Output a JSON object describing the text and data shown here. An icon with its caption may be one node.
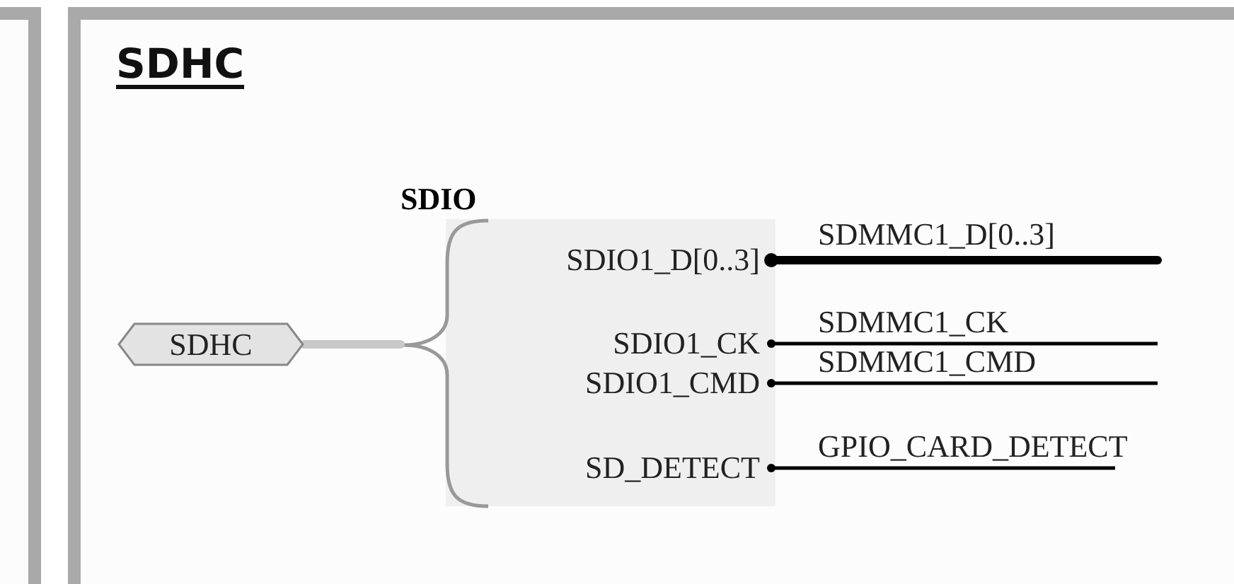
{
  "diagram": {
    "nodes": [
      {
        "text": [
          "SDHC"
        ]
      },
      {
        "text": [
          "SDHC"
        ],
        "in": 0
      },
      {
        "text": [
          "SDIO"
        ],
        "in": 0
      },
      {
        "text": [
          "SDIO1_D[0..3]"
        ],
        "in": 2
      },
      {
        "text": [
          "SDIO1_CK"
        ],
        "in": 2
      },
      {
        "text": [
          "SDIO1_CMD"
        ],
        "in": 2
      },
      {
        "text": [
          "SD_DETECT"
        ],
        "in": 2
      }
    ],
    "edges": [
      {
        "from": 1,
        "to": 2,
        "arrow": "none",
        "style": "thick",
        "color": "#c8c8c8"
      },
      {
        "from": 3,
        "to": null,
        "arrow": "other",
        "label": "SDMMC1_D[0..3]",
        "style": "thick"
      },
      {
        "from": 4,
        "to": null,
        "arrow": "other",
        "label": "SDMMC1_CK"
      },
      {
        "from": 5,
        "to": null,
        "arrow": "other",
        "label": "SDMMC1_CMD"
      },
      {
        "from": 6,
        "to": null,
        "arrow": "other",
        "label": "GPIO_CARD_DETECT"
      }
    ]
  }
}
